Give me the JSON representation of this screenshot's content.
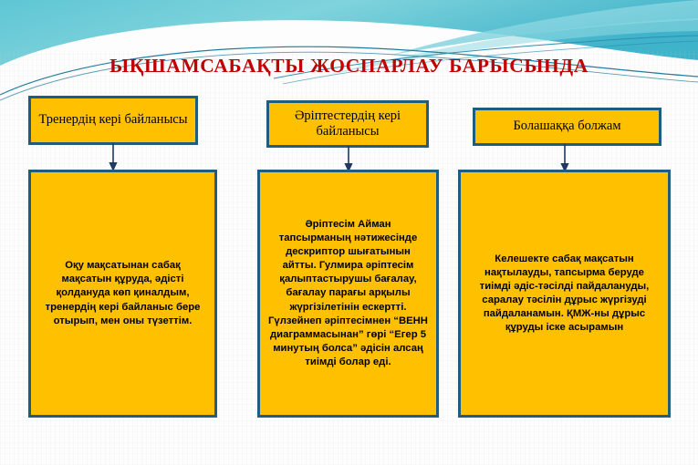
{
  "slide": {
    "title": "ЫҚШАМСАБАҚТЫ  ЖОСПАРЛАУ  БАРЫСЫНДА",
    "title_color": "#c00000",
    "box_fill_color": "#FFC000",
    "box_border_color": "#1F5C80",
    "banner_color_top": "#49BFCF",
    "banner_color_accent": "#1F7A9E",
    "background_color": "#FDFDFD"
  },
  "columns": [
    {
      "id": "column-1",
      "header": "Тренердің кері байланысы",
      "body": "Оқу мақсатынан сабақ мақсатын құруда, әдісті қолдануда  көп қиналдым, тренердің кері байланыс бере отырып, мен оны түзеттім.",
      "connector": "down-arrow"
    },
    {
      "id": "column-2",
      "header": "Әріптестердің кері байланысы",
      "body": "Әріптесім Айман тапсырманың нәтижесінде дескриптор шығатынын айтты. Гулмира әріптесім қалыптастырушы бағалау, бағалау парағы арқылы жүргізілетінін ескертті. Гүлзейнеп әріптесімнен “ВЕНН диаграммасынан” гөрі “Егер 5 минутың болса” әдісін алсаң тиімді болар еді.",
      "connector": "down-arrow"
    },
    {
      "id": "column-3",
      "header": "Болашаққа болжам",
      "body": "Келешекте сабақ мақсатын нақтылауды, тапсырма беруде тиімді әдіс-тәсілді пайдалануды, саралау тәсілін дұрыс жүргізуді пайдаланамын.  ҚМЖ-ны дұрыс құруды іске асырамын",
      "connector": "down-arrow"
    }
  ]
}
